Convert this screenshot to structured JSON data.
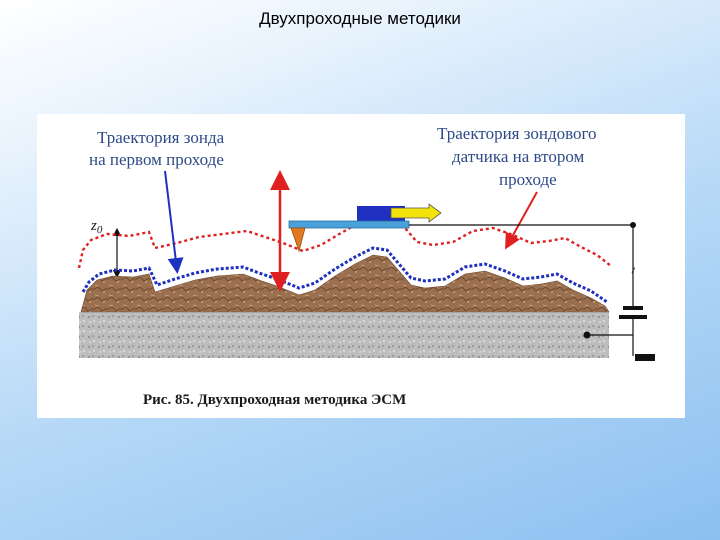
{
  "slide": {
    "title": "Двухпроходные методики"
  },
  "figure": {
    "label_first_pass_line1": "Траектория зонда",
    "label_first_pass_line2": "на первом проходе",
    "label_second_pass_line1": "Траектория зондового",
    "label_second_pass_line2": "датчика на втором",
    "label_second_pass_line3": "проходе",
    "z_label": "z",
    "z_subscript": "0",
    "ac_symbol": "~",
    "caption": "Рис. 85. Двухпроходная методика ЭСМ"
  },
  "colors": {
    "first_pass_trace": "#1f2fbf",
    "second_pass_trace": "#e02020",
    "label_text": "#2e4a87",
    "cantilever": "#4aa0d8",
    "tip": "#e07a20",
    "scan_arrow": "#f2e40a",
    "substrate": "#b8b8b8",
    "sample": "#9a7050"
  }
}
